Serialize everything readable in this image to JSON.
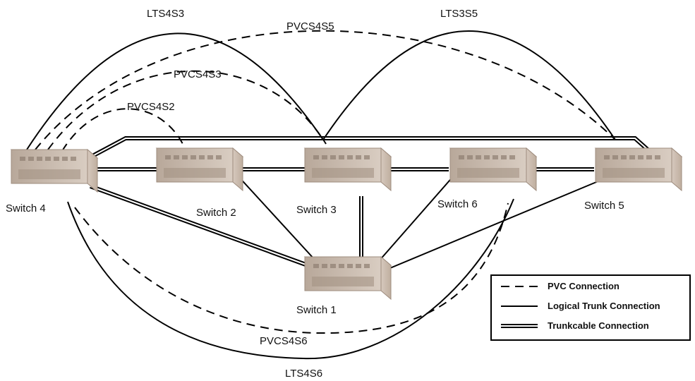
{
  "switches": {
    "s4": "Switch 4",
    "s2": "Switch 2",
    "s3": "Switch 3",
    "s6": "Switch 6",
    "s5": "Switch 5",
    "s1": "Switch 1"
  },
  "connections": {
    "lt_4_3": "LTS4S3",
    "lt_3_5": "LTS3S5",
    "lt_4_6": "LTS4S6",
    "pvc_4_5": "PVCS4S5",
    "pvc_4_3": "PVCS4S3",
    "pvc_4_2": "PVCS4S2",
    "pvc_4_6": "PVCS4S6"
  },
  "legend": {
    "pvc": "PVC Connection",
    "logical_trunk": "Logical Trunk Connection",
    "trunkcable": "Trunkcable Connection"
  }
}
